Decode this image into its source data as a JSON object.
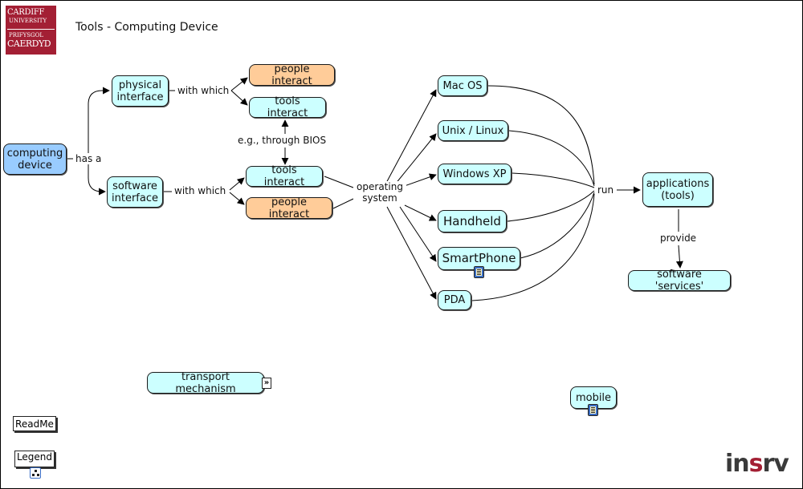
{
  "page": {
    "title": "Tools - Computing Device"
  },
  "logo": {
    "line1": "CARDIFF",
    "line2": "UNIVERSITY",
    "line3": "PRIFYSGOL",
    "line4": "CAERDYD",
    "color": "#a31f34"
  },
  "nodes": {
    "computing_device": "computing device",
    "physical_interface": "physical interface",
    "software_interface": "software interface",
    "people_interact_top": "people interact",
    "tools_interact_top": "tools interact",
    "tools_interact_mid": "tools interact",
    "people_interact_mid": "people interact",
    "mac_os": "Mac OS",
    "unix_linux": "Unix / Linux",
    "windows_xp": "Windows XP",
    "handheld": "Handheld",
    "smartphone": "SmartPhone",
    "pda": "PDA",
    "applications": "applications (tools)",
    "software_services": "software 'services'",
    "transport_mechanism": "transport mechanism",
    "mobile": "mobile"
  },
  "links": {
    "has_a": "has a",
    "with_which_top": "with which",
    "with_which_mid": "with which",
    "eg_through_bios": "e.g., through BIOS",
    "operating_system": "operating system",
    "run": "run",
    "provide": "provide"
  },
  "buttons": {
    "readme": "ReadMe",
    "legend": "Legend"
  },
  "footer": {
    "logo_part1": "in",
    "logo_part2": "s",
    "logo_part3": "rv"
  },
  "colors": {
    "concept_default": "#ccffff",
    "concept_people": "#ffcc99",
    "concept_root": "#99ccff",
    "footer_dark": "#3a3a3a",
    "footer_accent": "#a31f34"
  },
  "icons": {
    "document": "document-icon",
    "expand": "chevron-right-icon",
    "tree": "tree-diagram-icon"
  }
}
